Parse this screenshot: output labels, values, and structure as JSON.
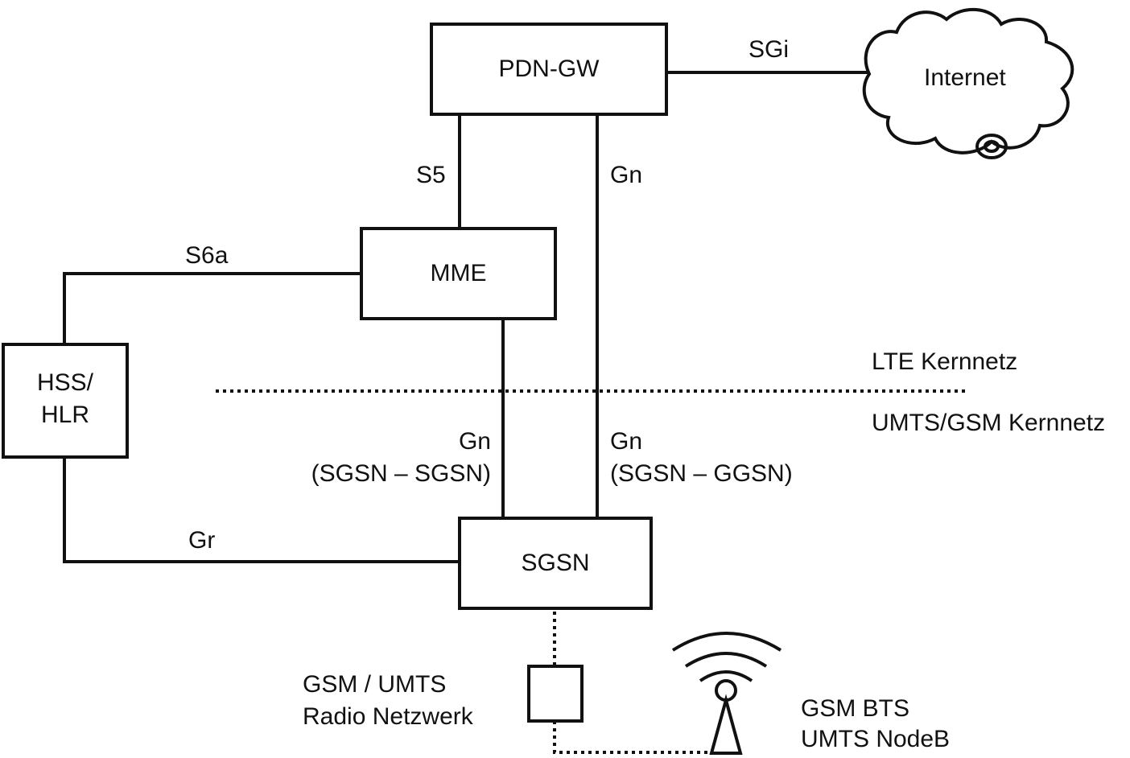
{
  "nodes": {
    "pdn_gw": "PDN-GW",
    "mme": "MME",
    "sgsn": "SGSN",
    "hss_line1": "HSS/",
    "hss_line2": "HLR",
    "internet": "Internet"
  },
  "interfaces": {
    "sgi": "SGi",
    "s5": "S5",
    "gn_top": "Gn",
    "s6a": "S6a",
    "gr": "Gr",
    "gn_sgsn_sgsn_1": "Gn",
    "gn_sgsn_sgsn_2": "(SGSN – SGSN)",
    "gn_sgsn_ggsn_1": "Gn",
    "gn_sgsn_ggsn_2": "(SGSN – GGSN)"
  },
  "regions": {
    "lte": "LTE Kernnetz",
    "umts_gsm": "UMTS/GSM Kernnetz"
  },
  "radio": {
    "network_line1": "GSM / UMTS",
    "network_line2": "Radio Netzwerk",
    "bts_line1": "GSM BTS",
    "bts_line2": "UMTS NodeB"
  }
}
